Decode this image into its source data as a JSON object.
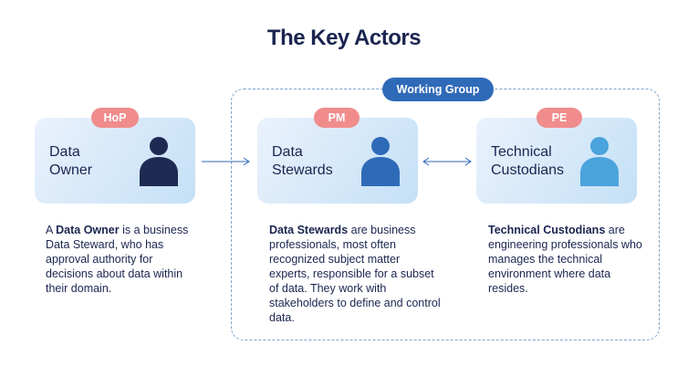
{
  "title": "The Key Actors",
  "group": {
    "label": "Working Group"
  },
  "actors": [
    {
      "badge": "HoP",
      "name": "Data\nOwner",
      "desc_pre": "A ",
      "desc_bold": "Data Owner",
      "desc_rest": " is a business Data Steward, who has approval authority for decisions about data within their domain.",
      "figure_color": "#1e2a52"
    },
    {
      "badge": "PM",
      "name": "Data\nStewards",
      "desc_pre": "",
      "desc_bold": "Data Stewards",
      "desc_rest": " are business professionals, most often recognized subject matter experts, responsible for a subset of data. They work with stakeholders to define and control data.",
      "figure_color": "#2f6ab8"
    },
    {
      "badge": "PE",
      "name": "Technical\nCustodians",
      "desc_pre": "",
      "desc_bold": "Technical Custodians",
      "desc_rest": " are engineering professionals who manages the technical environment where data resides.",
      "figure_color": "#4aa3dc"
    }
  ],
  "colors": {
    "title": "#1b2550",
    "badge": "#f08c8c",
    "group_pill": "#2f6ab8",
    "group_border": "#7ba4cf",
    "arrow": "#2f6ab8"
  }
}
